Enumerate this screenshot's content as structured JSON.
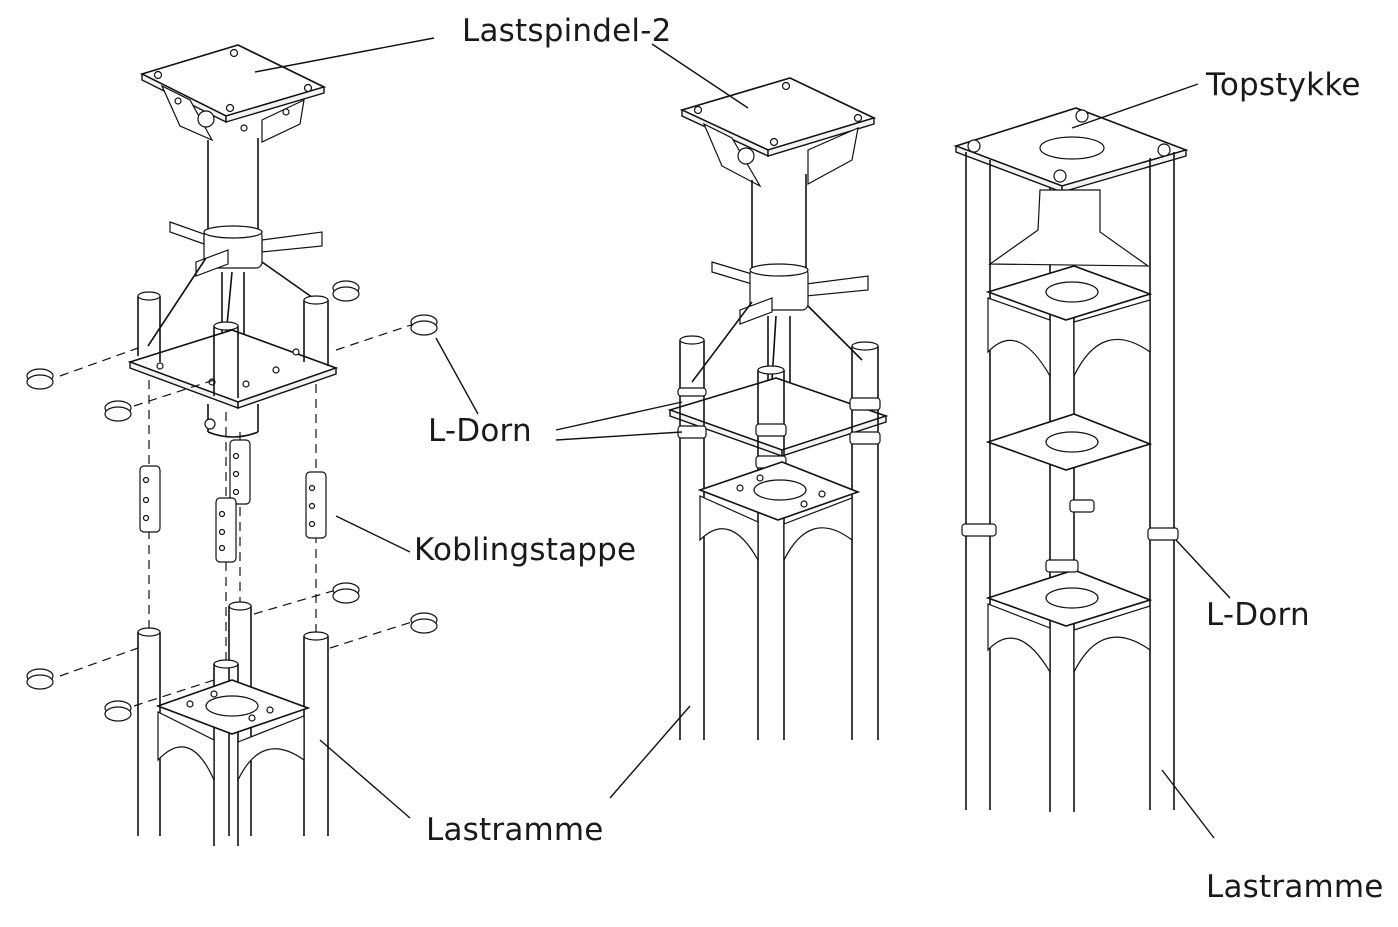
{
  "labels": {
    "lastspindel": "Lastspindel-2",
    "topstykke": "Topstykke",
    "ldorn_middle": "L-Dorn",
    "koblingstappe": "Koblingstappe",
    "lastramme_left": "Lastramme",
    "ldorn_right": "L-Dorn",
    "lastramme_right": "Lastramme"
  }
}
